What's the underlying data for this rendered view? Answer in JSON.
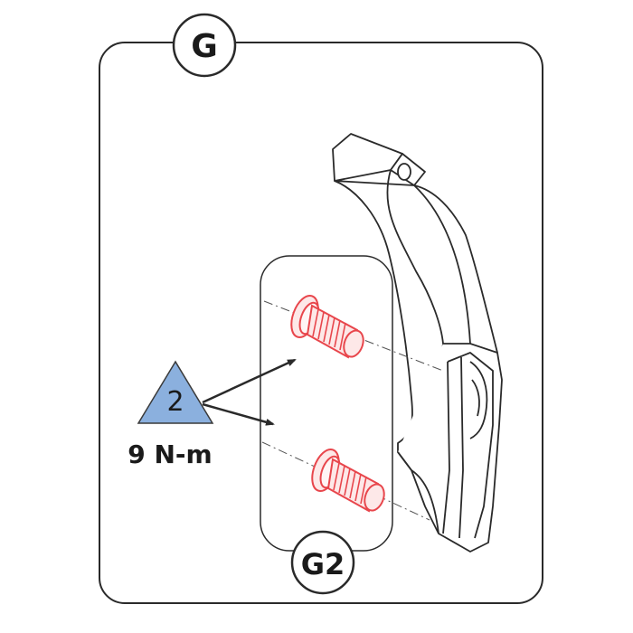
{
  "step": {
    "label": "G"
  },
  "detail": {
    "label": "G2"
  },
  "torque": {
    "tool_size": "2",
    "value": "9 N-m",
    "triangle_color": "#8bb0de"
  },
  "colors": {
    "outline": "#2a2a2a",
    "bolt": "#e8464c",
    "bolt_fill": "#fde8e8",
    "background": "#ffffff"
  },
  "icons": {
    "bolts": [
      "upper-bolt-icon",
      "lower-bolt-icon"
    ],
    "bracket": "caliper-bracket-icon",
    "tool": "hex-key-triangle-icon"
  }
}
